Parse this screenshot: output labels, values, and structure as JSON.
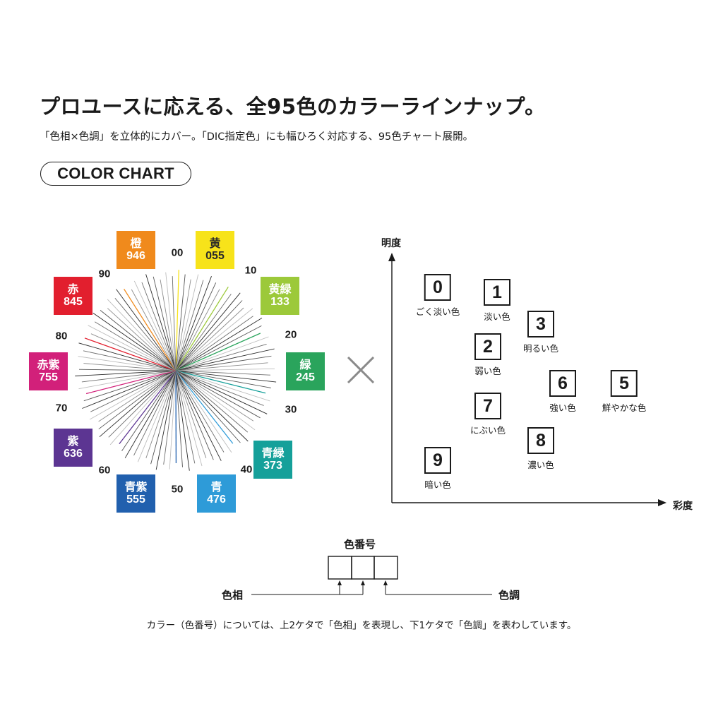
{
  "title": "プロユースに応える、全95色のカラーラインナップ。",
  "subtitle": "「色相×色調」を立体的にカバー。「DIC指定色」にも幅ひろく対応する、95色チャート展開。",
  "chart_label": "COLOR CHART",
  "hue_wheel": {
    "degrees": [
      "00",
      "10",
      "20",
      "30",
      "40",
      "50",
      "60",
      "70",
      "80",
      "90"
    ],
    "hues": [
      {
        "name": "黄",
        "code": "055",
        "color": "#f7e31a"
      },
      {
        "name": "黄緑",
        "code": "133",
        "color": "#9cc93a"
      },
      {
        "name": "緑",
        "code": "245",
        "color": "#2aa45c"
      },
      {
        "name": "青緑",
        "code": "373",
        "color": "#15a09a"
      },
      {
        "name": "青",
        "code": "476",
        "color": "#2e9bd8"
      },
      {
        "name": "青紫",
        "code": "555",
        "color": "#2160ae"
      },
      {
        "name": "紫",
        "code": "636",
        "color": "#5c3592"
      },
      {
        "name": "赤紫",
        "code": "755",
        "color": "#d2207a"
      },
      {
        "name": "赤",
        "code": "845",
        "color": "#e21f2e"
      },
      {
        "name": "橙",
        "code": "946",
        "color": "#f08a1c"
      }
    ]
  },
  "times_symbol": "×",
  "tone_chart": {
    "y_label": "明度",
    "x_label": "彩度",
    "tones": [
      {
        "num": "0",
        "label": "ごく淡い色"
      },
      {
        "num": "1",
        "label": "淡い色"
      },
      {
        "num": "2",
        "label": "弱い色"
      },
      {
        "num": "3",
        "label": "明るい色"
      },
      {
        "num": "5",
        "label": "鮮やかな色"
      },
      {
        "num": "6",
        "label": "強い色"
      },
      {
        "num": "7",
        "label": "にぶい色"
      },
      {
        "num": "8",
        "label": "濃い色"
      },
      {
        "num": "9",
        "label": "暗い色"
      }
    ]
  },
  "color_number": {
    "title": "色番号",
    "left_label": "色相",
    "right_label": "色調"
  },
  "note": "カラー（色番号）については、上2ケタで「色相」を表現し、下1ケタで「色調」を表わしています。"
}
